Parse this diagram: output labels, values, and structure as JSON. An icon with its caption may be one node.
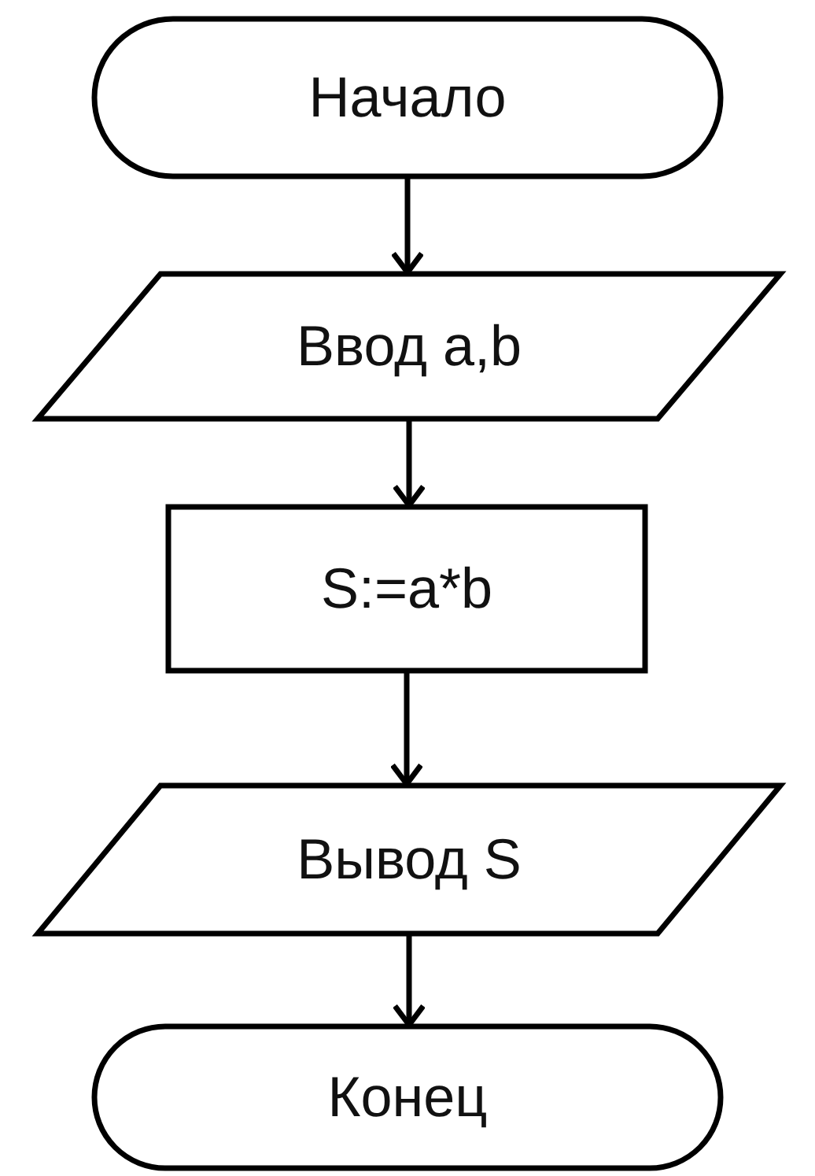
{
  "diagram": {
    "nodes": [
      {
        "text": [
          "Начало"
        ]
      },
      {
        "text": [
          "Ввод a,b"
        ]
      },
      {
        "text": [
          "S:=a*b"
        ]
      },
      {
        "text": [
          "Вывод S"
        ]
      },
      {
        "text": [
          "Конец"
        ]
      }
    ],
    "edges": [
      {
        "from": 0,
        "to": 1,
        "arrow": "to"
      },
      {
        "from": 1,
        "to": 2,
        "arrow": "to"
      },
      {
        "from": 2,
        "to": 3,
        "arrow": "to"
      },
      {
        "from": 3,
        "to": 4,
        "arrow": "to"
      }
    ]
  }
}
